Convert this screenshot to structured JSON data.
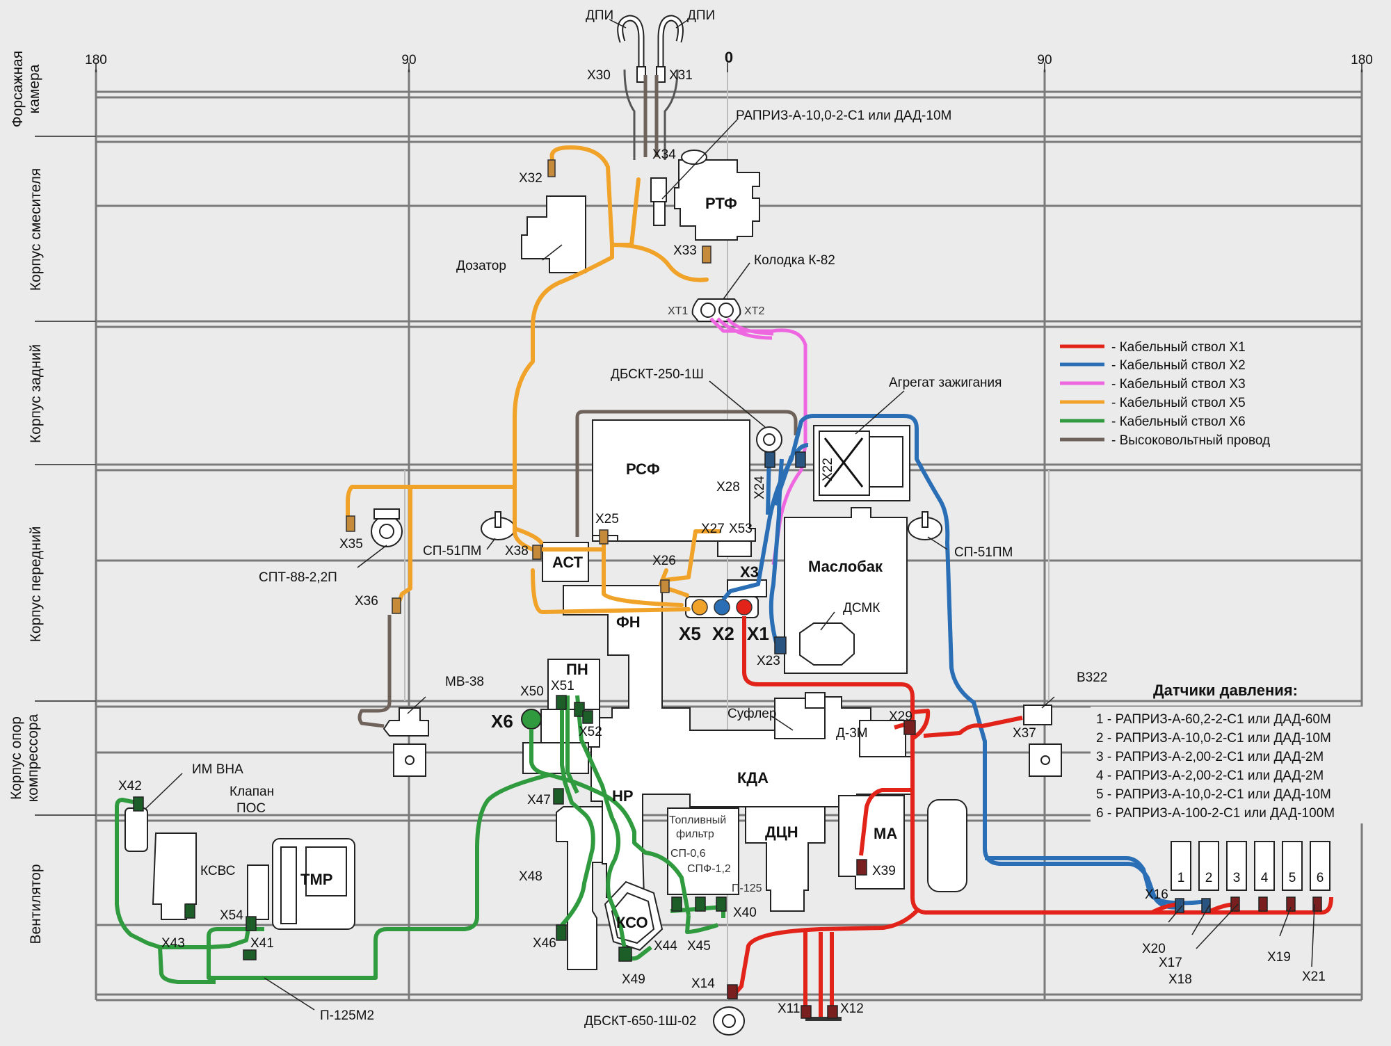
{
  "scale": {
    "left180": "180",
    "left90": "90",
    "zero": "0",
    "right90": "90",
    "right180": "180"
  },
  "zones": {
    "afterburner": "Форсажная камера",
    "mixer": "Корпус смесителя",
    "rear": "Корпус задний",
    "front": "Корпус передний",
    "compressor": "Корпус опор компрессора",
    "fan": "Вентилятор"
  },
  "components": {
    "dpi_left": "ДПИ",
    "dpi_right": "ДПИ",
    "rapriz_top": "РАПРИЗ-А-10,0-2-С1 или ДАД-10М",
    "rtf": "РТФ",
    "dozator": "Дозатор",
    "kolodka": "Колодка К-82",
    "xt1": "XT1",
    "xt2": "XT2",
    "dbskt250": "ДБСКТ-250-1Ш",
    "agregat": "Агрегат зажигания",
    "rsf": "РСФ",
    "ast": "АСТ",
    "fn": "ФН",
    "maslobak": "Маслобак",
    "dsmk": "ДСМК",
    "spt": "СПТ-88-2,2П",
    "sp51_left": "СП-51ПМ",
    "sp51_right": "СП-51ПМ",
    "mv38": "МВ-38",
    "pn": "ПН",
    "sufler": "Суфлер",
    "d3m": "Д-3М",
    "kda": "КДА",
    "nr": "НР",
    "toplivny": "Топливный",
    "filtr": "фильтр",
    "sp06": "СП-0,6",
    "spf12": "СПФ-1,2",
    "p125": "П-125",
    "dcn": "ДЦН",
    "ma": "МА",
    "kso": "КСО",
    "im_vna": "ИМ ВНА",
    "klapan": "Клапан",
    "pos": "ПОС",
    "ksvs": "КСВС",
    "tmr": "ТМР",
    "p125m2": "П-125М2",
    "dbskt650": "ДБСКТ-650-1Ш-02",
    "v322": "В322"
  },
  "connectors": {
    "x30": "X30",
    "x31": "X31",
    "x32": "X32",
    "x34": "X34",
    "x33": "X33",
    "x35": "X35",
    "x36": "X36",
    "x38": "X38",
    "x25": "X25",
    "x28": "X28",
    "x24": "X24",
    "x27": "X27",
    "x53": "X53",
    "x26": "X26",
    "x22": "X22",
    "x23": "X23",
    "x3": "X3",
    "x5": "X5",
    "x2": "X2",
    "x1": "X1",
    "x50": "X50",
    "x51": "X51",
    "x52": "X52",
    "x6": "X6",
    "x29": "X29",
    "x37": "X37",
    "x47": "X47",
    "x48": "X48",
    "x46": "X46",
    "x49": "X49",
    "x44": "X44",
    "x45": "X45",
    "x40": "X40",
    "x39": "X39",
    "x42": "X42",
    "x43": "X43",
    "x54": "X54",
    "x41": "X41",
    "x14": "X14",
    "x11": "X11",
    "x12": "X12",
    "x16": "X16",
    "x20": "X20",
    "x17": "X17",
    "x18": "X18",
    "x19": "X19",
    "x21": "X21"
  },
  "legend": [
    {
      "color": "#e2231a",
      "label": "- Кабельный ствол X1"
    },
    {
      "color": "#2a6fb5",
      "label": "- Кабельный ствол X2"
    },
    {
      "color": "#ee66e0",
      "label": "- Кабельный ствол X3"
    },
    {
      "color": "#f0a328",
      "label": "- Кабельный ствол X5"
    },
    {
      "color": "#2f9a3e",
      "label": "- Кабельный ствол X6"
    },
    {
      "color": "#6e625a",
      "label": "- Высоковольтный провод"
    }
  ],
  "pressure": {
    "title": "Датчики давления:",
    "items": [
      "1 - РАПРИЗ-А-60,2-2-С1 или ДАД-60М",
      "2 - РАПРИЗ-А-10,0-2-С1 или ДАД-10М",
      "3 - РАПРИЗ-А-2,00-2-С1 или ДАД-2М",
      "4 - РАПРИЗ-А-2,00-2-С1 или ДАД-2М",
      "5 - РАПРИЗ-А-10,0-2-С1 или ДАД-10М",
      "6 - РАПРИЗ-А-100-2-С1 или ДАД-100М"
    ],
    "sensor_numbers": [
      "1",
      "2",
      "3",
      "4",
      "5",
      "6"
    ]
  }
}
